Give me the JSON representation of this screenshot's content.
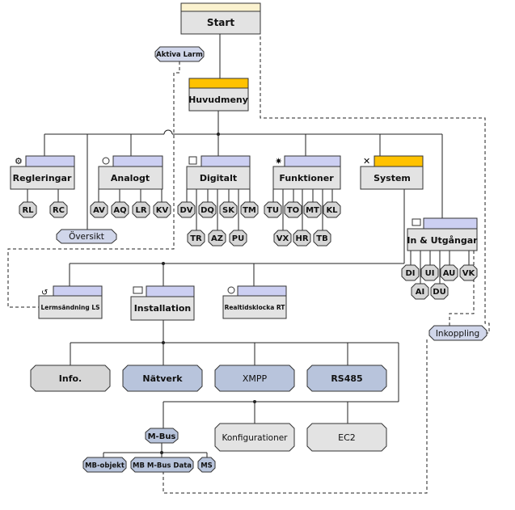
{
  "colors": {
    "box": "#e3e3e3",
    "header_lavender": "#cccff2",
    "header_yellow": "#ffc200",
    "header_cream": "#fbf2cf",
    "module_gray": "#d6d6d6",
    "module_blue": "#b8c4dc",
    "badge_blue": "#d0d6ea"
  },
  "start": "Start",
  "aktiva_larm": "Aktiva Larm",
  "huvudmeny": "Huvudmeny",
  "regleringar": {
    "title": "Regleringar",
    "icon": "gears-icon",
    "children": [
      "RL",
      "RC"
    ]
  },
  "analogt": {
    "title": "Analogt",
    "icon": "gauge-icon",
    "children": [
      "AV",
      "AQ",
      "LR",
      "KV"
    ]
  },
  "oversikt": "Översikt",
  "digitalt": {
    "title": "Digitalt",
    "icon": "digital-icon",
    "row1": [
      "DV",
      "DQ",
      "SK",
      "TM"
    ],
    "row2": [
      "TR",
      "AZ",
      "PU"
    ]
  },
  "funktioner": {
    "title": "Funktioner",
    "icon": "function-icon",
    "row1": [
      "TU",
      "TO",
      "MT",
      "KL"
    ],
    "row2": [
      "VX",
      "HR",
      "TB"
    ]
  },
  "system": {
    "title": "System",
    "icon": "tools-icon"
  },
  "in_utgangar": {
    "title": "In & Utgångar",
    "icon": "io-icon",
    "row1": [
      "DI",
      "UI",
      "AU",
      "VK"
    ],
    "row2": [
      "AI",
      "DU"
    ]
  },
  "inkoppling": "Inkoppling",
  "lermsandning": {
    "title": "Lermsändning LS",
    "icon": "alarm-send-icon"
  },
  "installation": {
    "title": "Installation",
    "icon": "installation-icon"
  },
  "realtidsklocka": {
    "title": "Realtidsklocka RT",
    "icon": "clock-icon"
  },
  "modules": [
    "Info.",
    "Nätverk",
    "XMPP",
    "RS485"
  ],
  "mbus": "M-Bus",
  "konfigurationer": "Konfigurationer",
  "ec2": "EC2",
  "mbus_children": [
    "MB-objekt",
    "MB M-Bus Data",
    "MS"
  ]
}
